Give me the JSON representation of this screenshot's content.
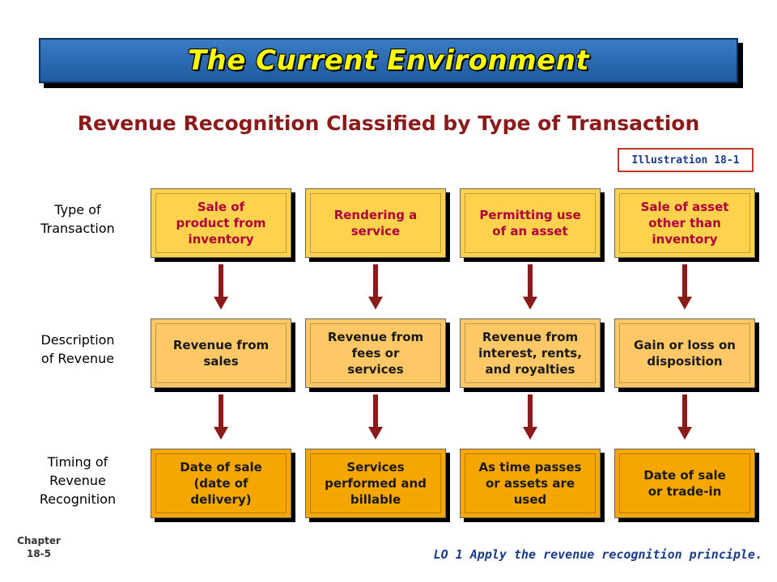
{
  "title": "The Current Environment",
  "subtitle": "Revenue Recognition Classified by Type of Transaction",
  "illustration_label": "Illustration 18-1",
  "row_labels": {
    "type": "Type of\nTransaction",
    "description": "Description\nof Revenue",
    "timing": "Timing of\nRevenue\nRecognition"
  },
  "columns": [
    {
      "type": "Sale of\nproduct from\ninventory",
      "description": "Revenue from\nsales",
      "timing": "Date of sale\n(date of\ndelivery)"
    },
    {
      "type": "Rendering a\nservice",
      "description": "Revenue from\nfees or\nservices",
      "timing": "Services\nperformed and\nbillable"
    },
    {
      "type": "Permitting use\nof an asset",
      "description": "Revenue from\ninterest, rents,\nand royalties",
      "timing": "As time passes\nor assets are\nused"
    },
    {
      "type": "Sale of asset\nother than\ninventory",
      "description": "Gain or loss on\ndisposition",
      "timing": "Date of sale\nor trade-in"
    }
  ],
  "footer": {
    "chapter": "Chapter\n18-5",
    "learning_objective": "LO 1  Apply the revenue recognition principle."
  },
  "colors": {
    "banner": "#2a6ab4",
    "title_text": "#ffff00",
    "subtitle": "#8b1a1a",
    "row1_fill": "#ffd24d",
    "row2_fill": "#ffc866",
    "row3_fill": "#f5a700",
    "arrow": "#8b1a1a"
  }
}
